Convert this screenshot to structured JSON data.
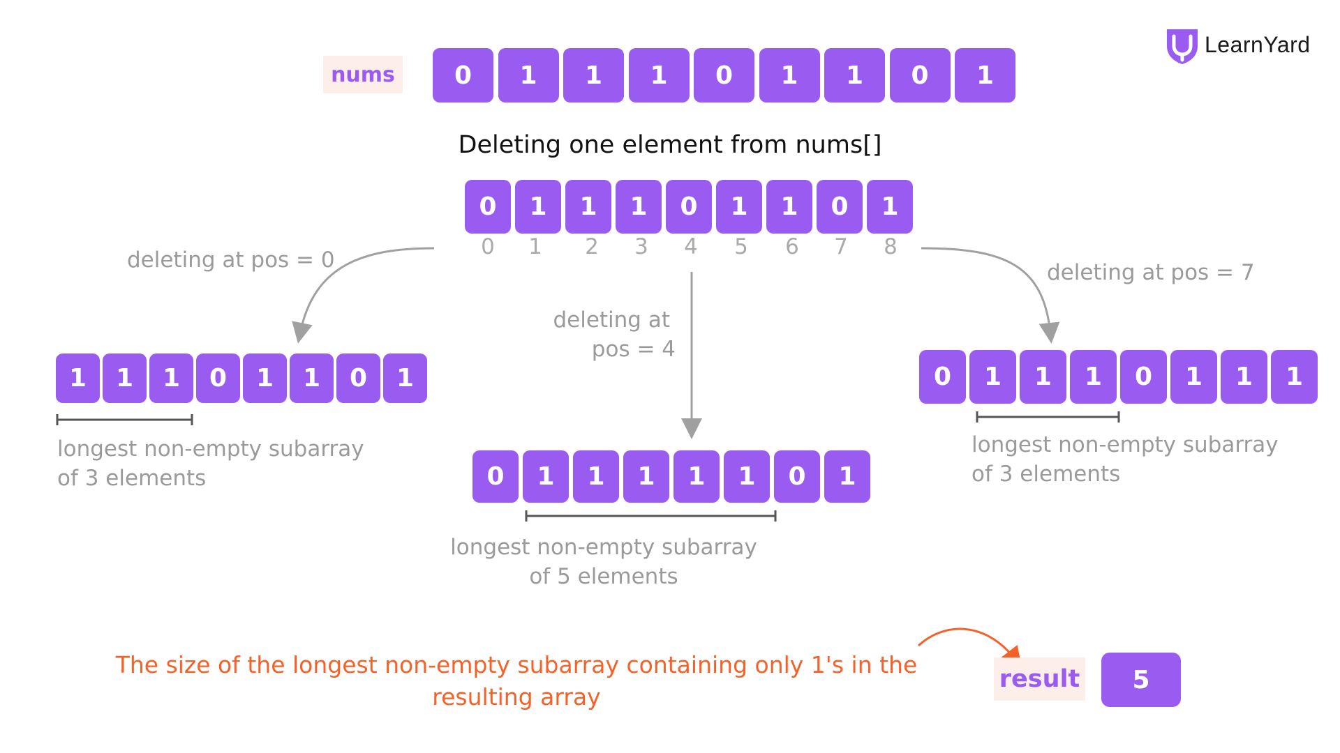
{
  "brand": {
    "name": "LearnYard",
    "accent": "#9a5cf0"
  },
  "nums_label": "nums",
  "nums": [
    "0",
    "1",
    "1",
    "1",
    "0",
    "1",
    "1",
    "0",
    "1"
  ],
  "subtitle": "Deleting one element from nums[]",
  "middle_array": [
    "0",
    "1",
    "1",
    "1",
    "0",
    "1",
    "1",
    "0",
    "1"
  ],
  "indices": [
    "0",
    "1",
    "2",
    "3",
    "4",
    "5",
    "6",
    "7",
    "8"
  ],
  "branches": {
    "left": {
      "caption": "deleting at pos = 0",
      "values": [
        "1",
        "1",
        "1",
        "0",
        "1",
        "1",
        "0",
        "1"
      ],
      "note_line1": "longest non-empty subarray",
      "note_line2": "of 3 elements"
    },
    "center": {
      "caption_line1": "deleting at",
      "caption_line2": "pos = 4",
      "values": [
        "0",
        "1",
        "1",
        "1",
        "1",
        "1",
        "0",
        "1"
      ],
      "note_line1": "longest non-empty subarray",
      "note_line2": "of 5 elements"
    },
    "right": {
      "caption": "deleting at pos = 7",
      "values": [
        "0",
        "1",
        "1",
        "1",
        "0",
        "1",
        "1",
        "1"
      ],
      "note_line1": "longest non-empty subarray",
      "note_line2": "of 3 elements"
    }
  },
  "conclusion_line1": "The size of the longest non-empty subarray containing only 1's in the",
  "conclusion_line2": "resulting array",
  "result_label": "result",
  "result_value": "5",
  "colors": {
    "cell": "#9a5cf0",
    "chip_bg": "#fdeeea",
    "grey": "#9a9a9a",
    "orange": "#f4622a"
  }
}
